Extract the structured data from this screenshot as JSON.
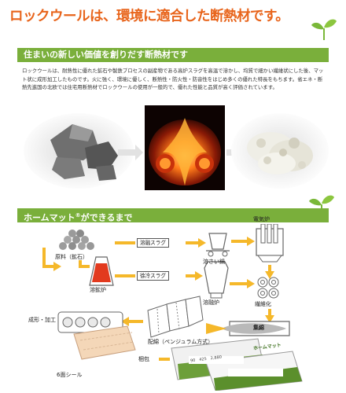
{
  "headline": "ロックウールは、環境に適合した断熱材です。",
  "section1": {
    "title": "住まいの新しい価値を創りだす断熱材です",
    "body": "ロックウールは、耐熱性に優れた鉱石や製鉄プロセスの副産物である高炉スラグを高温で溶かし、均質で細かい繊維状にした後、マット状に成形加工したものです。火に強く、環境に優しく、断熱性・防火性・防音性をはじめ多くの優れた特長をもちます。省エネ・断熱先進国の北欧では住宅用断熱材でロックウールの使用が一般的で、優れた性能と品質が高く評価されています。"
  },
  "section2": {
    "title": "ホームマット",
    "mark": "®",
    "suffix": "ができるまで"
  },
  "flow": {
    "raw": "原料（鉱石）",
    "melt_slag": "溶融スラグ",
    "cool_slag": "徐冷スラグ",
    "furnace": "溶鉱炉",
    "ladle": "溶さい鍋",
    "melting_furnace": "溶融炉",
    "electric_furnace": "電気炉",
    "fiberize": "繊維化",
    "collect": "集綿",
    "forming": "成形・加工",
    "pendulum": "配綿（ペンジュラム方式）",
    "seal": "6面シール",
    "packing": "梱包",
    "product_brand": "ホームマット",
    "product_spec": "90　425　2,880"
  },
  "colors": {
    "headline": "#e8641b",
    "bar": "#7aaf3b",
    "arrow": "#f5b82a",
    "sprout": "#7ab839"
  }
}
